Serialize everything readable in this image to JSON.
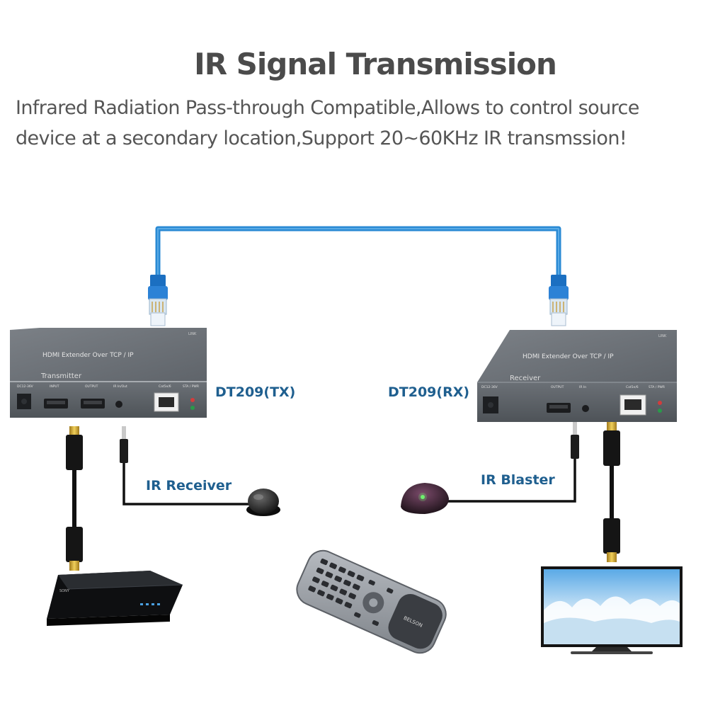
{
  "header": {
    "title": "IR Signal Transmission",
    "subtitle_line1": "Infrared Radiation Pass-through Compatible,Allows to control source",
    "subtitle_line2": "device at a secondary location,Support 20~60KHz IR transmssion!"
  },
  "transmitter": {
    "model_label": "DT209(TX)",
    "top_text": "HDMI Extender Over TCP / IP",
    "role_text": "Transmitter",
    "port_dc": "DC12-36V",
    "port_input": "INPUT",
    "port_output": "OUTPUT",
    "port_ir": "IR In/Out",
    "port_lan": "Cat5e/6",
    "port_status": "STA / PWR",
    "corner_tag": "LINK"
  },
  "receiver": {
    "model_label": "DT209(RX)",
    "top_text": "HDMI Extender Over TCP / IP",
    "role_text": "Receiver",
    "port_dc": "DC12-36V",
    "port_output": "OUTPUT",
    "port_ir": "IR In",
    "port_lan": "Cat5e/6",
    "port_status": "STA / PWR",
    "corner_tag": "LINK"
  },
  "labels": {
    "ir_receiver": "IR Receiver",
    "ir_blaster": "IR Blaster"
  },
  "remote": {
    "brand": "BELSON"
  },
  "player": {
    "brand": "SONY"
  },
  "colors": {
    "cable_blue": "#2a8ad4",
    "label_blue": "#1f5f8f",
    "device_gray": "#5d6268",
    "title_gray": "#4b4b4b"
  }
}
